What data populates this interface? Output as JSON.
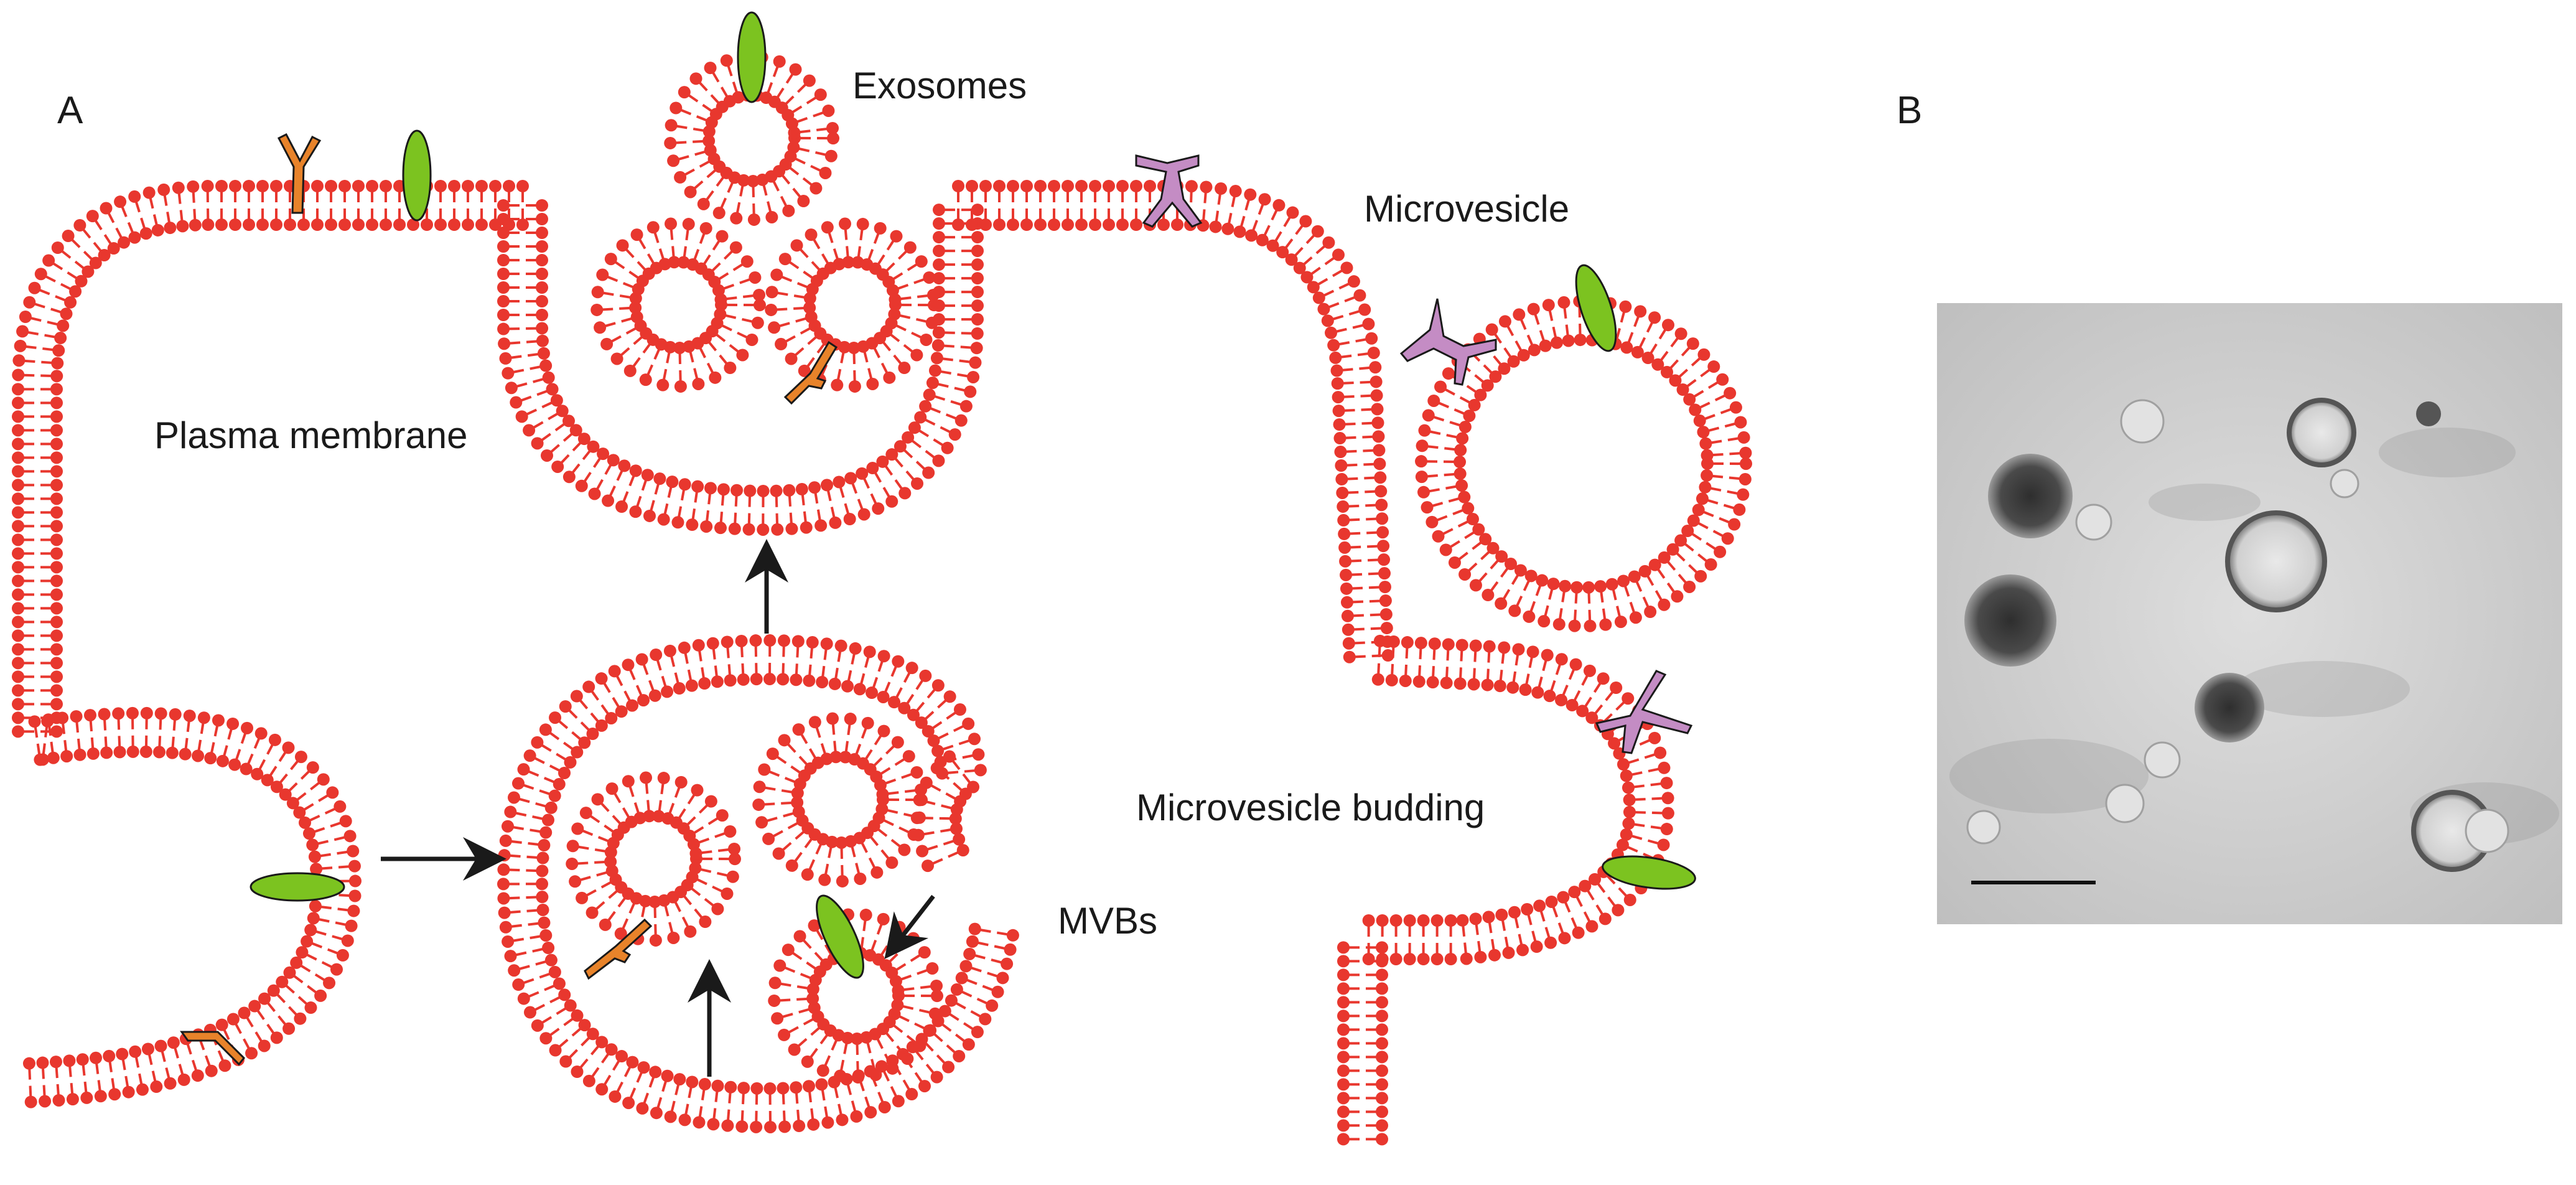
{
  "panel_a": {
    "letter": "A",
    "labels": {
      "exosomes": "Exosomes",
      "plasma_membrane": "Plasma membrane",
      "microvesicle": "Microvesicle",
      "microvesicle_budding": "Microvesicle budding",
      "mvbs": "MVBs"
    }
  },
  "panel_b": {
    "letter": "B"
  },
  "colors": {
    "lipid_head": "#e8372e",
    "lipid_tail": "#e8372e",
    "green_protein": "#7cc320",
    "orange_receptor": "#e8832a",
    "purple_receptor": "#c48cc4",
    "arrow": "#1a1a1a"
  }
}
